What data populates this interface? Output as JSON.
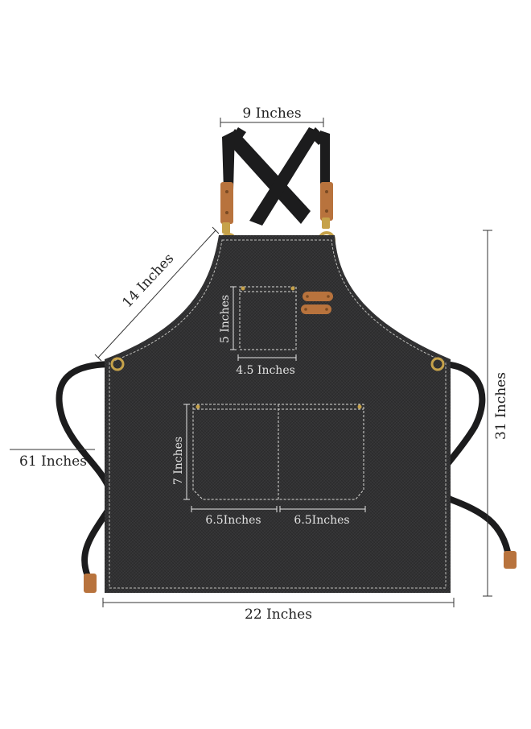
{
  "image": {
    "subject": "apron-dimensions",
    "colors": {
      "canvas": "#2f2f30",
      "canvas_dark": "#232324",
      "strap": "#1c1c1d",
      "stitch": "#d9d9d6",
      "leather": "#b8733d",
      "brass": "#c6a24a",
      "line": "#333333"
    }
  },
  "labels": {
    "top_width": "9 Inches",
    "strap_diagonal": "14 Inches",
    "chest_pocket_height": "5 Inches",
    "chest_pocket_width": "4.5 Inches",
    "waist_ties": "61 Inches",
    "length": "31 Inches",
    "lower_pocket_height": "7 Inches",
    "lower_pocket_left_width": "6.5Inches",
    "lower_pocket_right_width": "6.5Inches",
    "bottom_width": "22 Inches"
  }
}
